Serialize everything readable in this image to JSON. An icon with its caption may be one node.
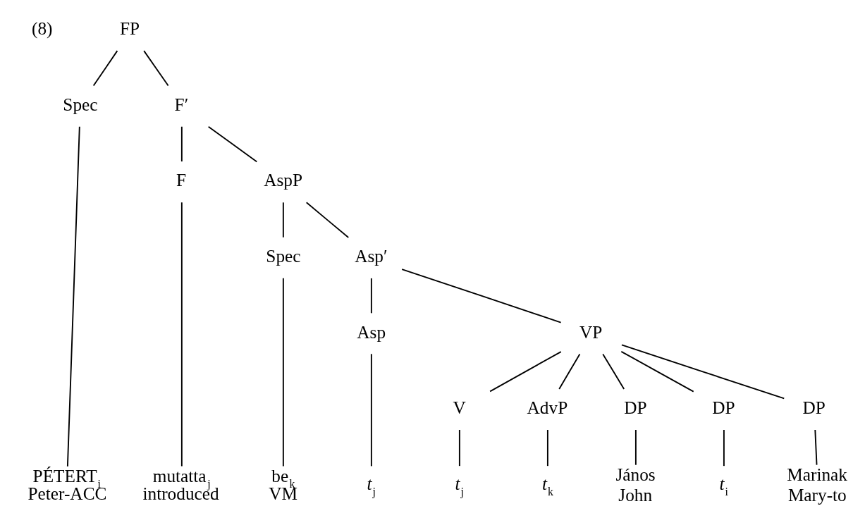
{
  "diagram": {
    "nodes": [
      {
        "text": [
          "FP"
        ]
      },
      {
        "text": [
          "Spec"
        ]
      },
      {
        "text": [
          "F′"
        ]
      },
      {
        "text": [
          "F"
        ]
      },
      {
        "text": [
          "AspP"
        ]
      },
      {
        "text": [
          "Spec"
        ]
      },
      {
        "text": [
          "Asp′"
        ]
      },
      {
        "text": [
          "Asp"
        ]
      },
      {
        "text": [
          "VP"
        ]
      },
      {
        "text": [
          "V"
        ]
      },
      {
        "text": [
          "AdvP"
        ]
      },
      {
        "text": [
          "DP"
        ]
      },
      {
        "text": [
          "DP"
        ]
      },
      {
        "text": [
          "DP"
        ]
      },
      {
        "text": [
          "PÉTERT$_{i}$",
          "Peter-ACC"
        ]
      },
      {
        "text": [
          "mutatta$_{j}$",
          "introduced"
        ]
      },
      {
        "text": [
          "be$_{k}$",
          "VM"
        ]
      },
      {
        "text": [
          "*t*$_{j}$"
        ]
      },
      {
        "text": [
          "*t*$_{j}$"
        ]
      },
      {
        "text": [
          "*t*$_{k}$"
        ]
      },
      {
        "text": [
          "János",
          "John"
        ]
      },
      {
        "text": [
          "*t*$_{i}$"
        ]
      },
      {
        "text": [
          "Marinak",
          "Mary-to"
        ]
      }
    ],
    "edges": [
      {
        "from": 0,
        "to": 1,
        "arrow": "none"
      },
      {
        "from": 0,
        "to": 2,
        "arrow": "none"
      },
      {
        "from": 1,
        "to": 14,
        "arrow": "none"
      },
      {
        "from": 2,
        "to": 3,
        "arrow": "none"
      },
      {
        "from": 2,
        "to": 4,
        "arrow": "none"
      },
      {
        "from": 3,
        "to": 15,
        "arrow": "none"
      },
      {
        "from": 4,
        "to": 5,
        "arrow": "none"
      },
      {
        "from": 4,
        "to": 6,
        "arrow": "none"
      },
      {
        "from": 5,
        "to": 16,
        "arrow": "none"
      },
      {
        "from": 6,
        "to": 7,
        "arrow": "none"
      },
      {
        "from": 6,
        "to": 8,
        "arrow": "none"
      },
      {
        "from": 7,
        "to": 17,
        "arrow": "none"
      },
      {
        "from": 8,
        "to": 9,
        "arrow": "none"
      },
      {
        "from": 8,
        "to": 10,
        "arrow": "none"
      },
      {
        "from": 8,
        "to": 11,
        "arrow": "none"
      },
      {
        "from": 8,
        "to": 12,
        "arrow": "none"
      },
      {
        "from": 8,
        "to": 13,
        "arrow": "none"
      },
      {
        "from": 9,
        "to": 18,
        "arrow": "none"
      },
      {
        "from": 10,
        "to": 19,
        "arrow": "none"
      },
      {
        "from": 11,
        "to": 20,
        "arrow": "none"
      },
      {
        "from": 12,
        "to": 21,
        "arrow": "none"
      },
      {
        "from": 13,
        "to": 22,
        "arrow": "none"
      }
    ],
    "labels": [
      "(8)"
    ]
  }
}
